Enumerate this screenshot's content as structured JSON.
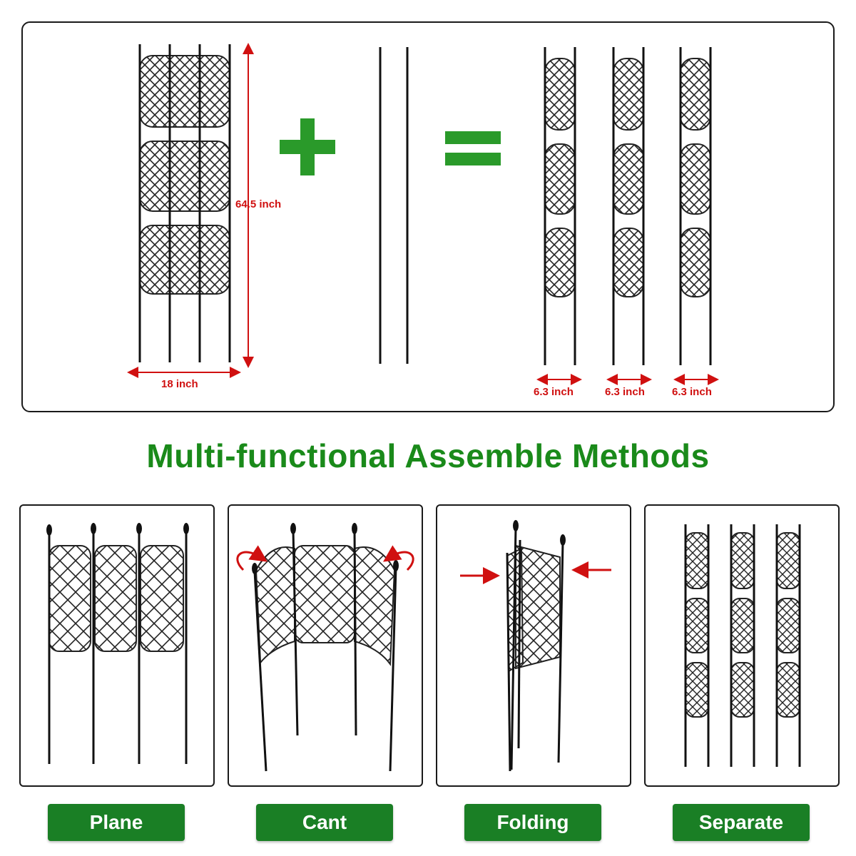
{
  "dimensions": {
    "height": "64.5 inch",
    "width": "18 inch",
    "single_width": "6.3 inch"
  },
  "headline": "Multi-functional Assemble Methods",
  "methods": [
    {
      "label": "Plane"
    },
    {
      "label": "Cant"
    },
    {
      "label": "Folding"
    },
    {
      "label": "Separate"
    }
  ],
  "colors": {
    "accent_green": "#1a8a1a",
    "button_green": "#1a7f25",
    "dimension_red": "#d01010"
  },
  "icons": [
    "plus-icon",
    "equals-icon",
    "rotate-arrow-icon",
    "push-arrow-icon"
  ]
}
